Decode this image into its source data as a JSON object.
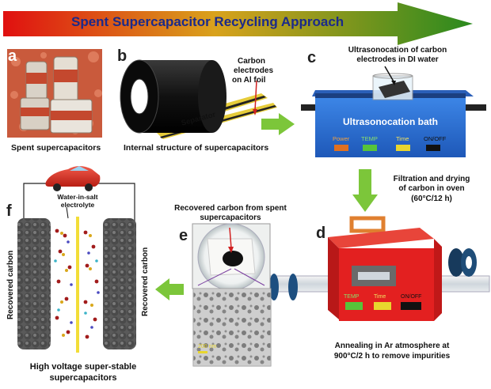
{
  "title": "Spent Supercapacitor Recycling Approach",
  "colors": {
    "banner_start": "#e01010",
    "banner_end": "#2a8a1e",
    "title_text": "#1b2a8a",
    "bath_blue": "#2d6fd6",
    "furnace_red": "#e32020",
    "arrow_green": "#7cc63a"
  },
  "panels": {
    "a": {
      "letter": "a",
      "caption": "Spent supercapacitors"
    },
    "b": {
      "letter": "b",
      "caption": "Internal structure of supercapacitors",
      "label_carbon": [
        "Carbon",
        "electrodes",
        "on Al foil"
      ],
      "label_separator": "Separator"
    },
    "c": {
      "letter": "c",
      "caption": [
        "Ultrasonocation of carbon",
        "electrodes in DI water"
      ],
      "bath_label": "Ultrasonocation bath",
      "controls": [
        "Power",
        "TEMP",
        "Time",
        "ON/OFF"
      ]
    },
    "filtration": [
      "Filtration and drying",
      "of carbon in oven",
      "(60°C/12 h)"
    ],
    "d": {
      "letter": "d",
      "caption": [
        "Annealing in Ar atmosphere at",
        "900°C/2 h to remove impurities"
      ],
      "controls": [
        "TEMP",
        "Time",
        "ON/OFF"
      ]
    },
    "e": {
      "letter": "e",
      "caption": [
        "Recovered carbon from spent",
        "supercapacitors"
      ],
      "scale_bar": "200 nm"
    },
    "f": {
      "letter": "f",
      "electrolyte": [
        "Water-in-salt",
        "electrolyte"
      ],
      "left_label": "Recovered carbon",
      "right_label": "Recovered carbon",
      "caption": [
        "High voltage super-stable",
        "supercapacitors"
      ]
    }
  }
}
